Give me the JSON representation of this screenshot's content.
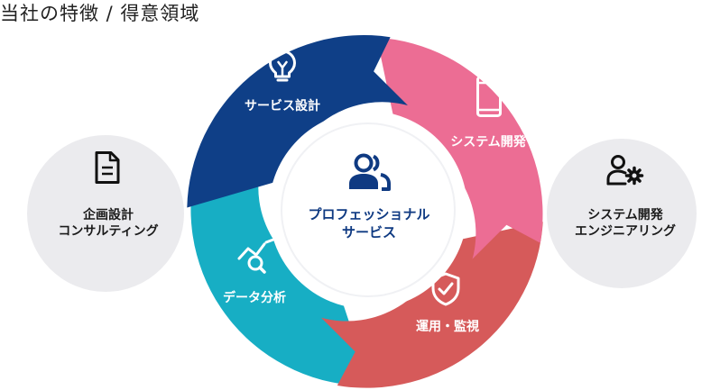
{
  "header": {
    "title": "当社の特徴 / 得意領域"
  },
  "center": {
    "line1": "プロフェッショナル",
    "line2": "サービス",
    "icon": "people-icon"
  },
  "segments": [
    {
      "label": "サービス設計",
      "icon": "lightbulb-icon",
      "color": "#0f3f87"
    },
    {
      "label": "システム開発",
      "icon": "tablet-icon",
      "color": "#ec6d94"
    },
    {
      "label": "運用・監視",
      "icon": "shield-check-icon",
      "color": "#d65a5a"
    },
    {
      "label": "データ分析",
      "icon": "chart-search-icon",
      "color": "#17aec4"
    }
  ],
  "left_circle": {
    "line1": "企画設計",
    "line2": "コンサルティング",
    "icon": "document-icon",
    "color": "#ebebee"
  },
  "right_circle": {
    "line1": "システム開発",
    "line2": "エンジニアリング",
    "icon": "user-gear-icon",
    "color": "#ebebee"
  }
}
